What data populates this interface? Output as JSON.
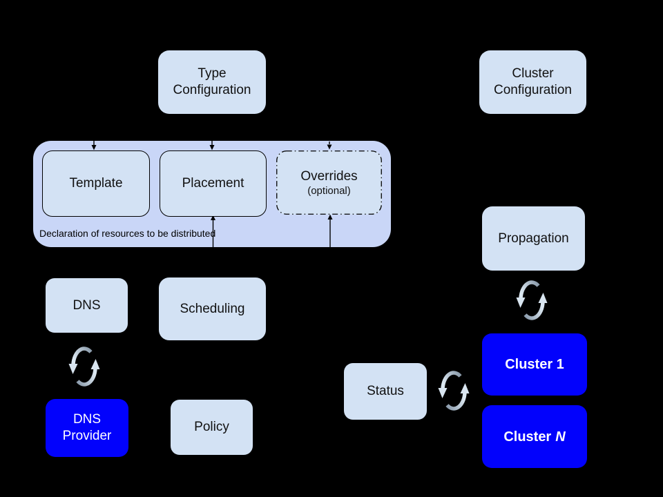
{
  "colors": {
    "background": "#000000",
    "light_box": "#d3e2f4",
    "container": "#c9d6f7",
    "blue_box": "#0202fc",
    "text_dark": "#111111",
    "text_light": "#ffffff",
    "line": "#000000",
    "sync_dark": "#8d9dad",
    "sync_light": "#dce8f2"
  },
  "nodes": {
    "type_configuration": {
      "line1": "Type",
      "line2": "Configuration"
    },
    "cluster_configuration": {
      "line1": "Cluster",
      "line2": "Configuration"
    },
    "template": {
      "label": "Template"
    },
    "placement": {
      "label": "Placement"
    },
    "overrides": {
      "label": "Overrides",
      "sublabel": "(optional)"
    },
    "declaration": {
      "caption": "Declaration of resources to be distributed"
    },
    "dns": {
      "label": "DNS"
    },
    "scheduling": {
      "label": "Scheduling"
    },
    "dns_provider": {
      "line1": "DNS",
      "line2": "Provider"
    },
    "policy": {
      "label": "Policy"
    },
    "status": {
      "label": "Status"
    },
    "propagation": {
      "label": "Propagation"
    },
    "cluster_1": {
      "label": "Cluster 1"
    },
    "cluster_n": {
      "word": "Cluster",
      "suffix": "N"
    }
  },
  "icons": {
    "sync": "circular-sync-arrows"
  }
}
